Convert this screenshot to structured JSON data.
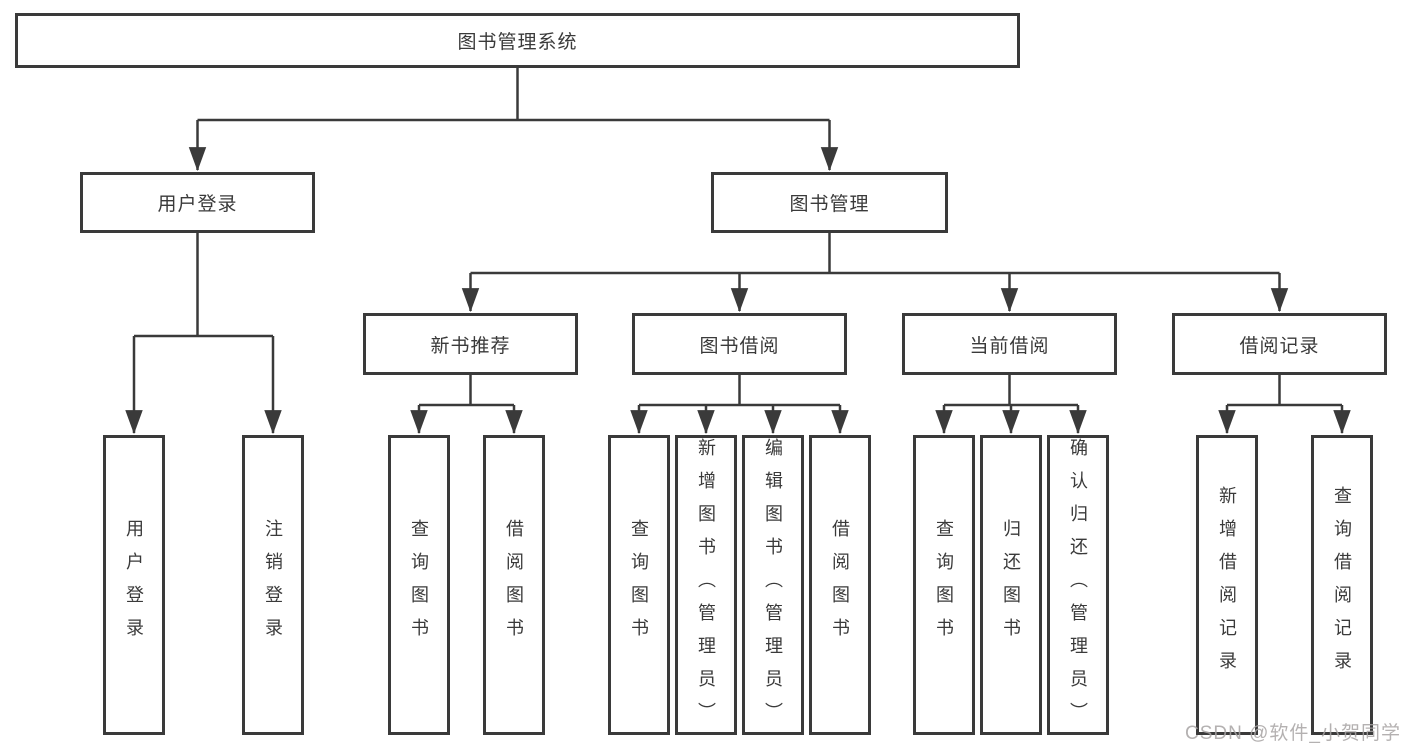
{
  "diagram": {
    "type": "hierarchy-tree",
    "title": "图书管理系统",
    "nodes": {
      "root": {
        "label": "图书管理系统"
      },
      "user_login": {
        "label": "用户登录"
      },
      "book_mgmt": {
        "label": "图书管理"
      },
      "login": {
        "label": "用户登录"
      },
      "logout": {
        "label": "注销登录"
      },
      "new_book_rec": {
        "label": "新书推荐"
      },
      "book_borrow": {
        "label": "图书借阅"
      },
      "current_borrow": {
        "label": "当前借阅"
      },
      "borrow_records": {
        "label": "借阅记录"
      },
      "nbr_query": {
        "label": "查询图书"
      },
      "nbr_borrow": {
        "label": "借阅图书"
      },
      "bb_query": {
        "label": "查询图书"
      },
      "bb_add": {
        "label": "新增图书（管理员）"
      },
      "bb_edit": {
        "label": "编辑图书（管理员）"
      },
      "bb_borrow": {
        "label": "借阅图书"
      },
      "cb_query": {
        "label": "查询图书"
      },
      "cb_return": {
        "label": "归还图书"
      },
      "cb_confirm": {
        "label": "确认归还（管理员）"
      },
      "br_add": {
        "label": "新增借阅记录"
      },
      "br_query": {
        "label": "查询借阅记录"
      }
    },
    "edges": [
      [
        "root",
        "user_login"
      ],
      [
        "root",
        "book_mgmt"
      ],
      [
        "user_login",
        "login"
      ],
      [
        "user_login",
        "logout"
      ],
      [
        "book_mgmt",
        "new_book_rec"
      ],
      [
        "book_mgmt",
        "book_borrow"
      ],
      [
        "book_mgmt",
        "current_borrow"
      ],
      [
        "book_mgmt",
        "borrow_records"
      ],
      [
        "new_book_rec",
        "nbr_query"
      ],
      [
        "new_book_rec",
        "nbr_borrow"
      ],
      [
        "book_borrow",
        "bb_query"
      ],
      [
        "book_borrow",
        "bb_add"
      ],
      [
        "book_borrow",
        "bb_edit"
      ],
      [
        "book_borrow",
        "bb_borrow"
      ],
      [
        "current_borrow",
        "cb_query"
      ],
      [
        "current_borrow",
        "cb_return"
      ],
      [
        "current_borrow",
        "cb_confirm"
      ],
      [
        "borrow_records",
        "br_add"
      ],
      [
        "borrow_records",
        "br_query"
      ]
    ],
    "watermark": "CSDN @软件_小贺同学",
    "colors": {
      "line": "#3a3a3a",
      "box_border": "#3a3a3a",
      "box_fill": "#ffffff",
      "text": "#3a3a3a",
      "watermark": "#a8a4a4",
      "background": "#ffffff"
    }
  }
}
